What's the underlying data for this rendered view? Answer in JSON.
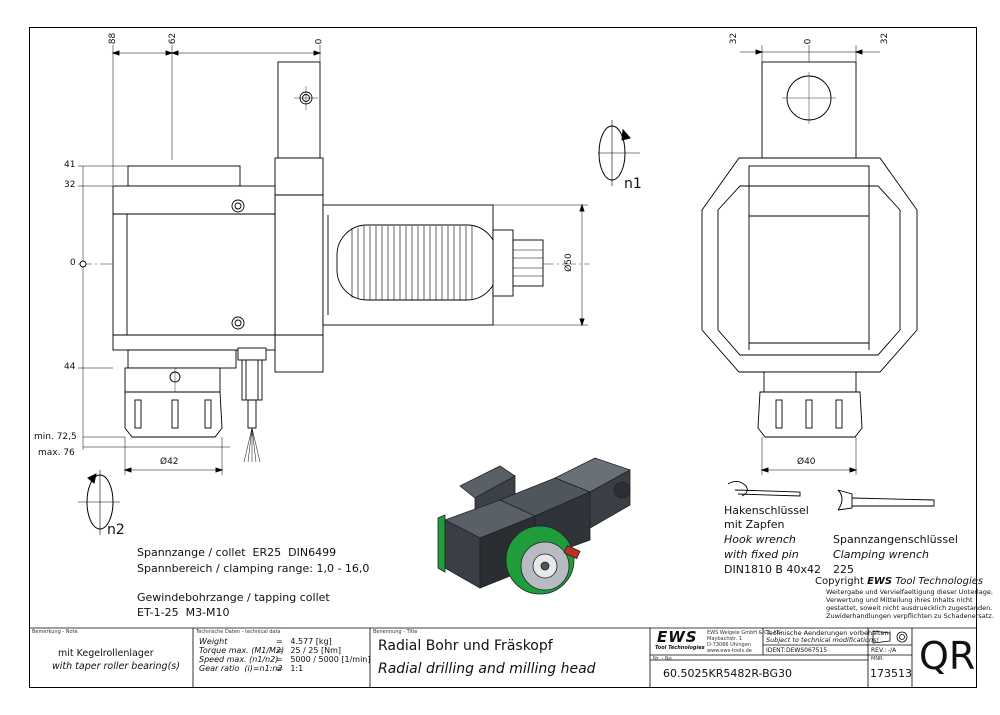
{
  "dimensions": {
    "top_left": [
      "88",
      "62",
      "0"
    ],
    "top_right": [
      "32",
      "0",
      "32"
    ],
    "left": [
      "41",
      "32",
      "0",
      "44"
    ],
    "collet_len_min": "min. 72,5",
    "collet_len_max": "max. 76",
    "dia_42": "Ø42",
    "dia_50": "Ø50",
    "dia_40": "Ø40"
  },
  "rotation": {
    "n1": "n1",
    "n2": "n2"
  },
  "specs": {
    "spannzange": "Spannzange / collet  ER25  DIN6499",
    "spannbereich": "Spannbereich / clamping range: 1,0 - 16,0",
    "gewinde": "Gewindebohrzange / tapping collet",
    "gewinde_value": "ET-1-25  M3-M10"
  },
  "tools": {
    "hook_de_1": "Hakenschlüssel",
    "hook_de_2": "mit Zapfen",
    "hook_en_1": "Hook wrench",
    "hook_en_2": "with fixed pin",
    "hook_din": "DIN1810 B 40x42",
    "clamp_de": "Spannzangenschlüssel",
    "clamp_en": "Clamping wrench",
    "clamp_size": "225"
  },
  "copyright": {
    "headline_pre": "Copyright",
    "headline_brand": "EWS",
    "headline_post": "Tool Technologies",
    "line1": "Weitergabe und Vervielfaeltigung dieser Unterlage,",
    "line2": "Verwertung und Mitteilung ihres Inhalts nicht",
    "line3": "gestattet, soweit nicht ausdruecklich zugestanden.",
    "line4": "Zuwiderhandlungen verpflichten zu Schadenersatz."
  },
  "titleblock": {
    "remark_label": "Bemerkung - Note",
    "remark_de": "mit Kegelrollenlager",
    "remark_en": "with taper roller bearing(s)",
    "tech_label": "Technische Daten - technical data",
    "weight_label": "Weight",
    "weight_value": "=   4.577 [kg]",
    "torque_label": "Torque max. (M1/M2)",
    "torque_value": "=   25 / 25 [Nm]",
    "speed_label": "Speed max. (n1/n2)",
    "speed_value": "=   5000 / 5000 [1/min]",
    "ratio_label": "Gear ratio  (i)=n1:n2",
    "ratio_value": "=   1:1",
    "title_label": "Benennung - Title",
    "title_de": "Radial Bohr und Fräskopf",
    "title_en": "Radial drilling and milling head",
    "logo": "EWS",
    "logo_sub": "Tool Technologies",
    "company1": "EWS Weigele GmbH & Co. KG",
    "company2": "Maybachstr. 1",
    "company3": "D-73066 Uhingen",
    "company4": "www.ews-tools.de",
    "changes_de": "Technische Aenderungen vorbehalten!",
    "changes_en": "Subject to technical modifications!",
    "ident_label": "IDENT:",
    "ident_value": "DEWS067515",
    "rev_label": "REV.:",
    "rev_value": "-/A",
    "nr_label": "Nr. - No.",
    "part_number": "60.5025KR5482R-BG30",
    "mnr_label": "MNR.",
    "mnr_value": "173513",
    "qr": "QR"
  }
}
